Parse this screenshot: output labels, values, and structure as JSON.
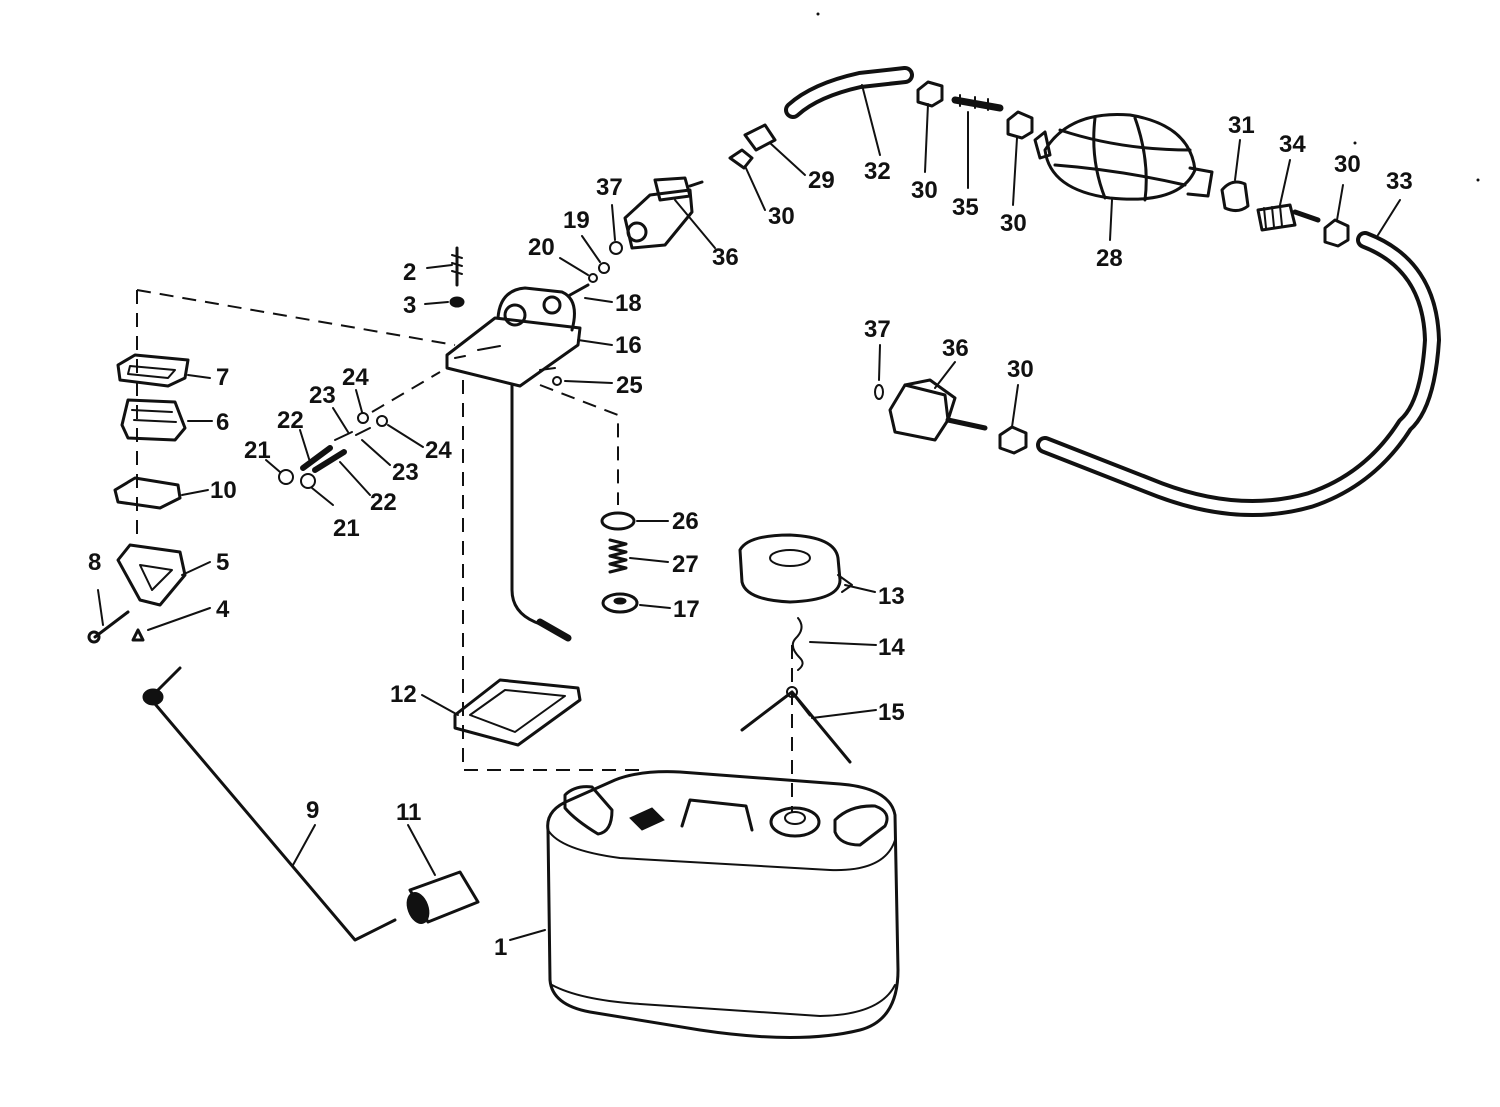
{
  "diagram": {
    "labels": [
      {
        "id": "l1",
        "text": "1"
      },
      {
        "id": "l2",
        "text": "2"
      },
      {
        "id": "l3",
        "text": "3"
      },
      {
        "id": "l4",
        "text": "4"
      },
      {
        "id": "l5",
        "text": "5"
      },
      {
        "id": "l6",
        "text": "6"
      },
      {
        "id": "l7",
        "text": "7"
      },
      {
        "id": "l8",
        "text": "8"
      },
      {
        "id": "l9",
        "text": "9"
      },
      {
        "id": "l10",
        "text": "10"
      },
      {
        "id": "l11",
        "text": "11"
      },
      {
        "id": "l12",
        "text": "12"
      },
      {
        "id": "l13",
        "text": "13"
      },
      {
        "id": "l14",
        "text": "14"
      },
      {
        "id": "l15",
        "text": "15"
      },
      {
        "id": "l16",
        "text": "16"
      },
      {
        "id": "l17",
        "text": "17"
      },
      {
        "id": "l18",
        "text": "18"
      },
      {
        "id": "l19",
        "text": "19"
      },
      {
        "id": "l20",
        "text": "20"
      },
      {
        "id": "l21a",
        "text": "21"
      },
      {
        "id": "l21b",
        "text": "21"
      },
      {
        "id": "l22a",
        "text": "22"
      },
      {
        "id": "l22b",
        "text": "22"
      },
      {
        "id": "l23a",
        "text": "23"
      },
      {
        "id": "l23b",
        "text": "23"
      },
      {
        "id": "l24a",
        "text": "24"
      },
      {
        "id": "l24b",
        "text": "24"
      },
      {
        "id": "l25",
        "text": "25"
      },
      {
        "id": "l26",
        "text": "26"
      },
      {
        "id": "l27",
        "text": "27"
      },
      {
        "id": "l28",
        "text": "28"
      },
      {
        "id": "l29",
        "text": "29"
      },
      {
        "id": "l30a",
        "text": "30"
      },
      {
        "id": "l30b",
        "text": "30"
      },
      {
        "id": "l30c",
        "text": "30"
      },
      {
        "id": "l30d",
        "text": "30"
      },
      {
        "id": "l30e",
        "text": "30"
      },
      {
        "id": "l31",
        "text": "31"
      },
      {
        "id": "l32",
        "text": "32"
      },
      {
        "id": "l33",
        "text": "33"
      },
      {
        "id": "l34",
        "text": "34"
      },
      {
        "id": "l35",
        "text": "35"
      },
      {
        "id": "l36a",
        "text": "36"
      },
      {
        "id": "l36b",
        "text": "36"
      },
      {
        "id": "l37a",
        "text": "37"
      },
      {
        "id": "l37b",
        "text": "37"
      }
    ]
  }
}
